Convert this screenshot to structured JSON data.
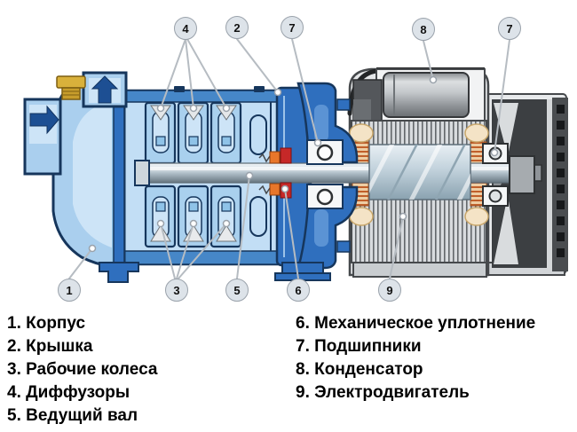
{
  "callouts": {
    "top": [
      "4",
      "2",
      "7",
      "8",
      "7"
    ],
    "bottom": [
      "1",
      "3",
      "5",
      "6",
      "9"
    ]
  },
  "legend": {
    "left": [
      "1. Корпус",
      "2. Крышка",
      "3. Рабочие колеса",
      "4. Диффузоры",
      "5. Ведущий вал"
    ],
    "right": [
      "6. Механическое уплотнение",
      "7. Подшипники",
      "8. Конденсатор",
      "9. Электродвигатель"
    ]
  },
  "colors": {
    "navy": "#16365c",
    "pump_light": "#aacfee",
    "pump_lighter": "#cde4f7",
    "pump_mid": "#2f6fbe",
    "casing_light": "#c2def5",
    "stage_fill": "#a9d0ee",
    "arrow_blue": "#1d4f93",
    "brass": "#d9b13b",
    "seal_red": "#c62828",
    "seal_orange": "#e8762a",
    "motor_gray": "#e4e6e8",
    "dark_gray": "#46494c",
    "fan_dark": "#3c3f42",
    "winding_orange": "#c05f2a",
    "pad_cream": "#f4e3c6",
    "callout_fill": "#dde3e9",
    "callout_border": "#9aa2ab",
    "leader": "#b6bcc2",
    "text": "#000000"
  }
}
